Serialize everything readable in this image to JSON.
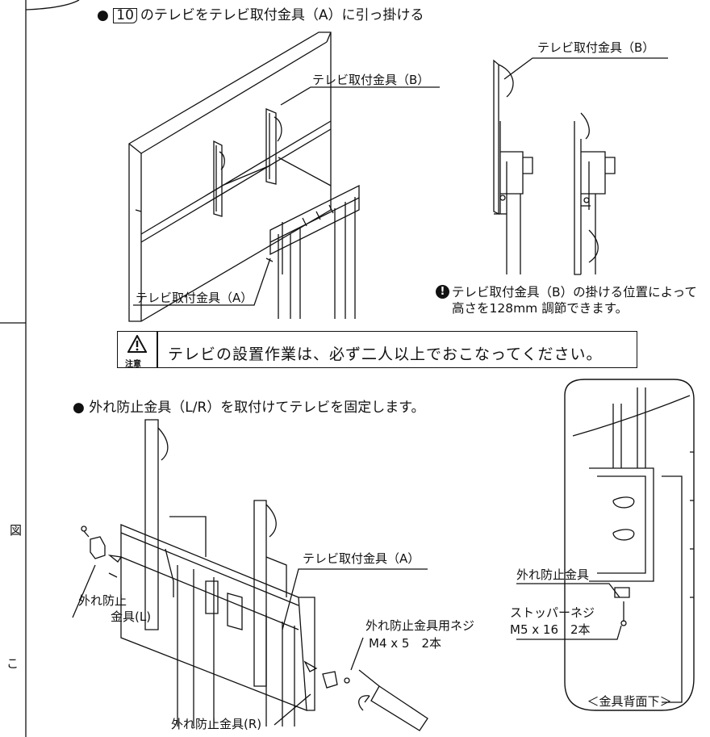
{
  "step_a": {
    "bullet": "●",
    "number": "10",
    "text": "のテレビをテレビ取付金具（A）に引っ掛ける"
  },
  "labels": {
    "bracket_b_main": "テレビ取付金具（B）",
    "bracket_b_side": "テレビ取付金具（B）",
    "bracket_a_main": "テレビ取付金具（A）"
  },
  "note": {
    "icon": "!",
    "line1": "テレビ取付金具（B）の掛ける位置によって",
    "line2": "高さを128mm 調節できます。"
  },
  "warning": {
    "label": "注意",
    "message": "テレビの設置作業は、必ず二人以上でおこなってください。"
  },
  "step_b": {
    "bullet": "●",
    "text": "外れ防止金具（L/R）を取付けてテレビを固定します。"
  },
  "labels2": {
    "bracket_a": "テレビ取付金具（A）",
    "stopper_l_1": "外れ防止",
    "stopper_l_2": "金具(L)",
    "screw_1": "外れ防止金具用ネジ",
    "screw_2": "M4 x 5　2本",
    "stopper_r": "外れ防止金具(R)",
    "inset_stopper": "外れ防止金具",
    "inset_screw_1": "ストッパーネジ",
    "inset_screw_2": "M5 x 16　2本",
    "inset_caption": "＜金具背面下＞"
  },
  "margin_fragments": {
    "frag1": "図",
    "frag2": "こ"
  },
  "colors": {
    "line": "#111111",
    "paper": "#ffffff"
  }
}
